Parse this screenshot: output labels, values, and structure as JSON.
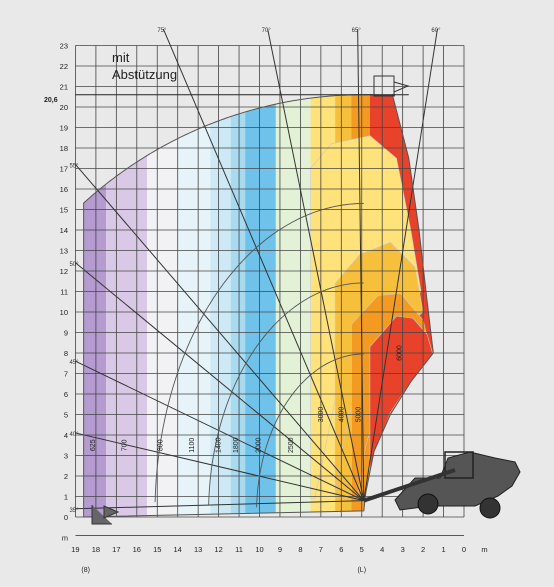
{
  "annotation": "mit\nAbstützung",
  "chart_data": {
    "type": "area",
    "title": "",
    "xlabel": "m",
    "ylabel": "m",
    "xlim": [
      0,
      19
    ],
    "ylim": [
      0,
      23
    ],
    "x_axis_direction": "reversed",
    "grid": true,
    "x_ticks": [
      "19",
      "18",
      "17",
      "16",
      "15",
      "14",
      "13",
      "12",
      "11",
      "10",
      "9",
      "8",
      "7",
      "6",
      "5",
      "4",
      "3",
      "2",
      "1",
      "0",
      "m"
    ],
    "y_ticks": [
      "23",
      "22",
      "21",
      "20",
      "19",
      "18",
      "17",
      "16",
      "15",
      "14",
      "13",
      "12",
      "11",
      "10",
      "9",
      "8",
      "7",
      "6",
      "5",
      "4",
      "3",
      "2",
      "1",
      "0",
      "m"
    ],
    "y_marker_label": "20,6",
    "x_axis_notes": [
      "(8)",
      "(L)"
    ],
    "boom_angle_labels": [
      "75°",
      "70°",
      "65°",
      "60°",
      "55°",
      "50°",
      "45°",
      "40°",
      "35°"
    ],
    "load_zones": [
      {
        "load_kg": "625",
        "color": "#b59bd0",
        "x_range": [
          17.5,
          18.6
        ]
      },
      {
        "load_kg": "700",
        "color": "#d9c9e6",
        "x_range": [
          15.5,
          17.5
        ]
      },
      {
        "load_kg": "800",
        "color": "#f2f2f4",
        "x_range": [
          14.0,
          15.5
        ]
      },
      {
        "load_kg": "1100",
        "color": "#e6f3f8",
        "x_range": [
          12.4,
          14.0
        ]
      },
      {
        "load_kg": "1400",
        "color": "#cde9f5",
        "x_range": [
          11.4,
          12.4
        ]
      },
      {
        "load_kg": "1800",
        "color": "#a8daf0",
        "x_range": [
          10.7,
          11.4
        ]
      },
      {
        "load_kg": "2000",
        "color": "#6fc3ea",
        "x_range": [
          9.2,
          10.7
        ]
      },
      {
        "load_kg": "2500",
        "color": "#e3f2d6",
        "x_range": [
          7.5,
          9.2
        ]
      },
      {
        "load_kg": "3000",
        "color": "#ffe27a",
        "x_range": [
          6.3,
          7.5
        ]
      },
      {
        "load_kg": "4000",
        "color": "#f7c03c",
        "x_range": [
          5.5,
          6.3
        ]
      },
      {
        "load_kg": "5000",
        "color": "#f29a22",
        "x_range": [
          4.6,
          5.5
        ]
      },
      {
        "load_kg": "6000",
        "color": "#e8432a",
        "x_range": [
          1.5,
          4.6
        ]
      }
    ]
  }
}
